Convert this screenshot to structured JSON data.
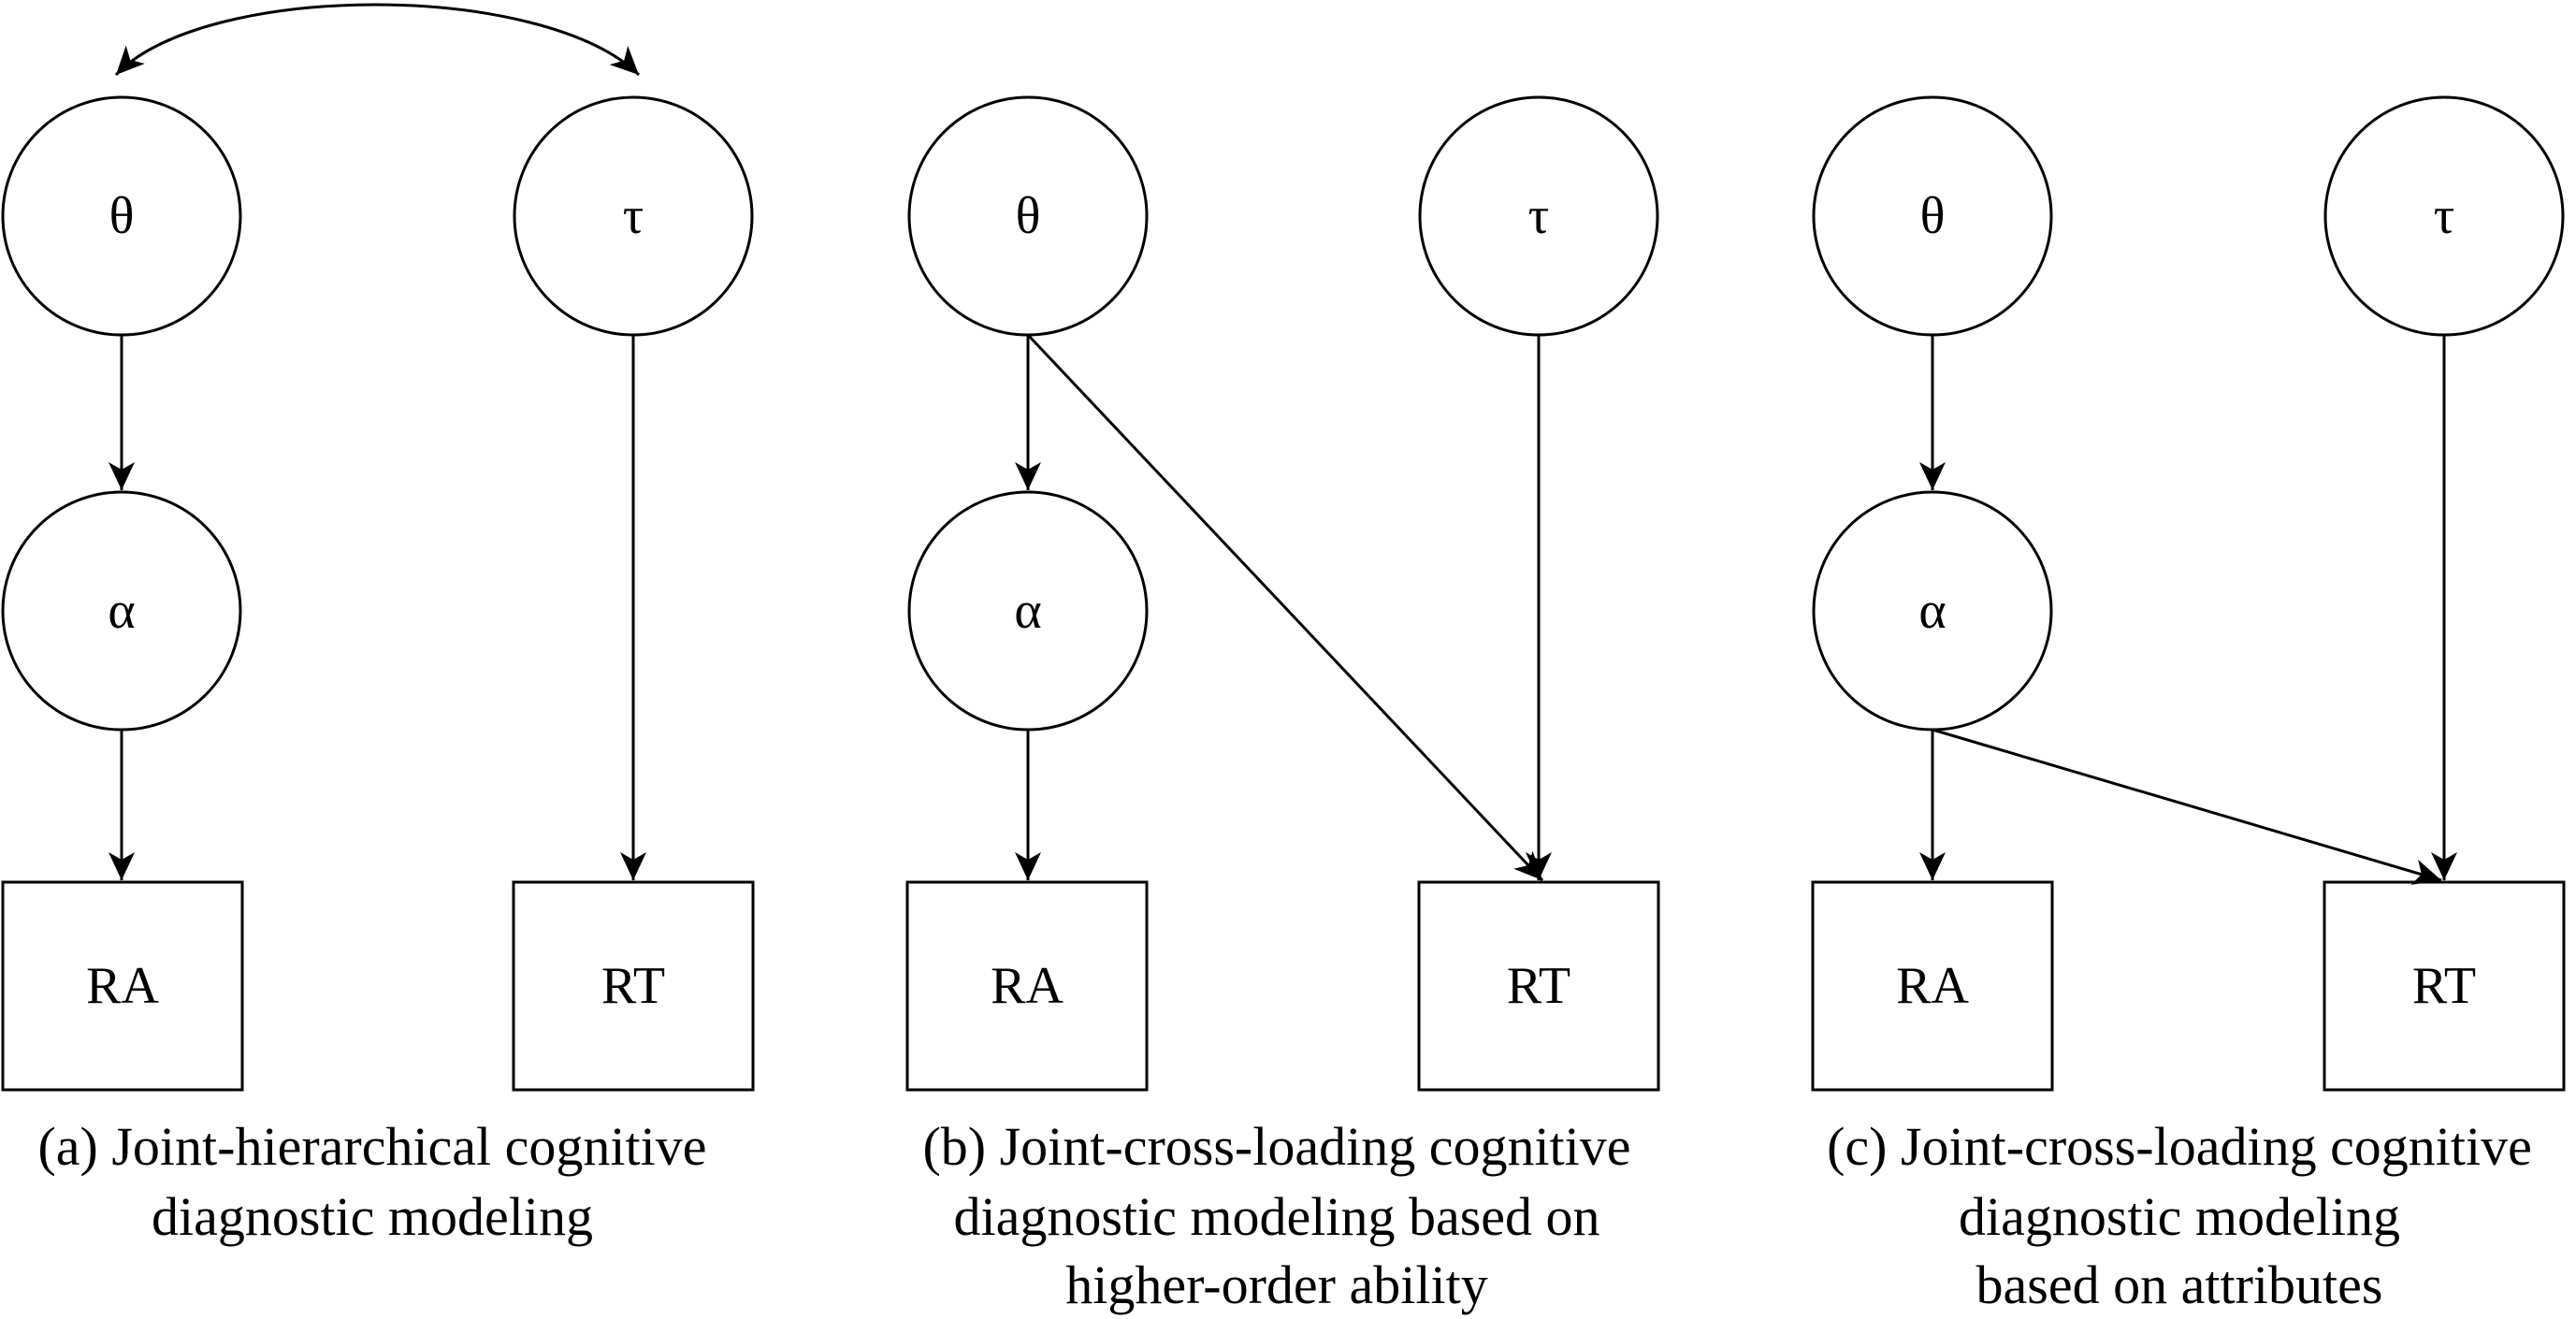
{
  "panels": [
    {
      "id": "a",
      "nodes": {
        "theta": {
          "label": "θ",
          "shape": "circle"
        },
        "tau": {
          "label": "τ",
          "shape": "circle"
        },
        "alpha": {
          "label": "α",
          "shape": "circle"
        },
        "ra": {
          "label": "RA",
          "shape": "box"
        },
        "rt": {
          "label": "RT",
          "shape": "box"
        }
      },
      "edges": [
        {
          "from": "theta",
          "to": "tau",
          "type": "bidirectional-curved"
        },
        {
          "from": "theta",
          "to": "alpha",
          "type": "directed"
        },
        {
          "from": "alpha",
          "to": "ra",
          "type": "directed"
        },
        {
          "from": "tau",
          "to": "rt",
          "type": "directed"
        }
      ],
      "caption": [
        "(a) Joint-hierarchical cognitive",
        "diagnostic modeling"
      ]
    },
    {
      "id": "b",
      "nodes": {
        "theta": {
          "label": "θ",
          "shape": "circle"
        },
        "tau": {
          "label": "τ",
          "shape": "circle"
        },
        "alpha": {
          "label": "α",
          "shape": "circle"
        },
        "ra": {
          "label": "RA",
          "shape": "box"
        },
        "rt": {
          "label": "RT",
          "shape": "box"
        }
      },
      "edges": [
        {
          "from": "theta",
          "to": "alpha",
          "type": "directed"
        },
        {
          "from": "theta",
          "to": "rt",
          "type": "directed"
        },
        {
          "from": "alpha",
          "to": "ra",
          "type": "directed"
        },
        {
          "from": "tau",
          "to": "rt",
          "type": "directed"
        }
      ],
      "caption": [
        "(b) Joint-cross-loading cognitive",
        "diagnostic modeling based on",
        "higher-order ability"
      ]
    },
    {
      "id": "c",
      "nodes": {
        "theta": {
          "label": "θ",
          "shape": "circle"
        },
        "tau": {
          "label": "τ",
          "shape": "circle"
        },
        "alpha": {
          "label": "α",
          "shape": "circle"
        },
        "ra": {
          "label": "RA",
          "shape": "box"
        },
        "rt": {
          "label": "RT",
          "shape": "box"
        }
      },
      "edges": [
        {
          "from": "theta",
          "to": "alpha",
          "type": "directed"
        },
        {
          "from": "alpha",
          "to": "ra",
          "type": "directed"
        },
        {
          "from": "alpha",
          "to": "rt",
          "type": "directed"
        },
        {
          "from": "tau",
          "to": "rt",
          "type": "directed"
        }
      ],
      "caption": [
        "(c) Joint-cross-loading cognitive",
        "diagnostic modeling",
        "based on attributes"
      ]
    }
  ]
}
